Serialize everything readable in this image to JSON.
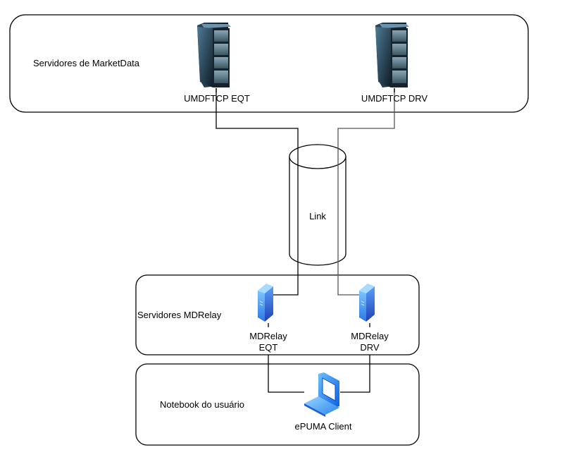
{
  "groups": {
    "marketdata": {
      "label": "Servidores de MarketData"
    },
    "mdrelay": {
      "label": "Servidores MDRelay"
    },
    "notebook": {
      "label": "Notebook do usuário"
    }
  },
  "nodes": {
    "umdf_eqt": {
      "label": "UMDFTCP EQT",
      "icon": "server-rack-icon"
    },
    "umdf_drv": {
      "label": "UMDFTCP DRV",
      "icon": "server-rack-icon"
    },
    "link": {
      "label": "Link",
      "icon": "cylinder-icon"
    },
    "mdrelay_eqt": {
      "label_line1": "MDRelay",
      "label_line2": "EQT",
      "icon": "server-tower-icon"
    },
    "mdrelay_drv": {
      "label_line1": "MDRelay",
      "label_line2": "DRV",
      "icon": "server-tower-icon"
    },
    "epuma": {
      "label": "ePUMA Client",
      "icon": "laptop-icon"
    }
  },
  "colors": {
    "stroke": "#000000",
    "rack_dark": "#1b2b38",
    "rack_mid": "#3d6480",
    "tower_blue": "#2f6fe0",
    "tower_light": "#7fc4ff",
    "laptop_blue": "#1e7ff0"
  }
}
